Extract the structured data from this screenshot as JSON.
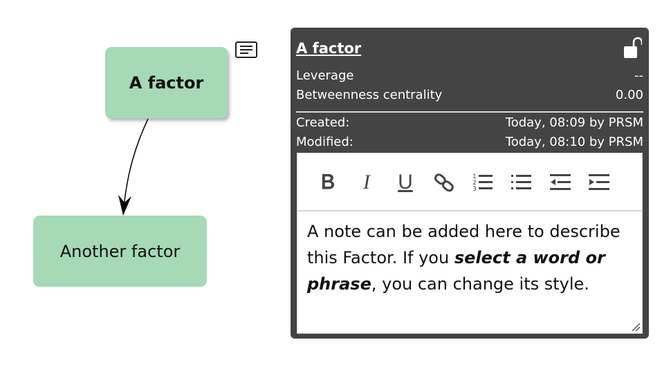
{
  "map": {
    "node_a": {
      "label": "A factor"
    },
    "node_b": {
      "label": "Another factor"
    },
    "note_icon": "note-icon"
  },
  "panel": {
    "title": "A factor",
    "lock_icon": "unlocked-padlock-icon",
    "stats": [
      {
        "label": "Leverage",
        "value": "--"
      },
      {
        "label": "Betweenness centrality",
        "value": "0.00"
      }
    ],
    "created": {
      "label": "Created:",
      "value": "Today, 08:09 by PRSM"
    },
    "modified": {
      "label": "Modified:",
      "value": "Today, 08:10 by PRSM"
    },
    "toolbar": {
      "bold": "B",
      "italic": "I",
      "underline": "U",
      "buttons": [
        "bold-icon",
        "italic-icon",
        "underline-icon",
        "link-icon",
        "ordered-list-icon",
        "bullet-list-icon",
        "outdent-icon",
        "indent-icon"
      ]
    },
    "note": {
      "text_1": "A note can be added here to describe this Factor.  If you ",
      "text_bold_italic": "select a word or phrase",
      "text_2": ", you can change its style."
    }
  },
  "colors": {
    "node_fill": "#a6d9b6",
    "panel_bg": "#444444",
    "editor_bg": "#ffffff"
  }
}
